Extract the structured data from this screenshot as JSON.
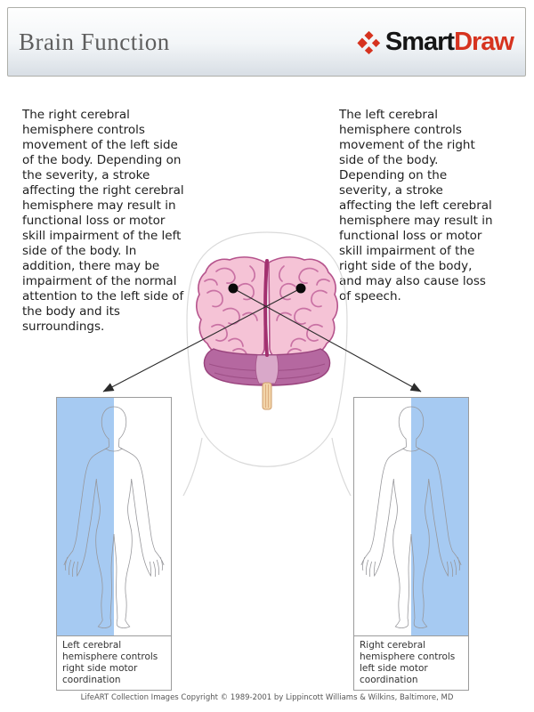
{
  "header": {
    "title": "Brain Function",
    "logo": {
      "icon": "smartdraw-diamond-icon",
      "smart": "Smart",
      "draw": "Draw",
      "brand_red": "#d6331f",
      "brand_black": "#161616"
    }
  },
  "paragraphs": {
    "left": "The right cerebral\nhemisphere controls\nmovement of the left side\nof the body. Depending on\nthe severity, a stroke\naffecting the right cerebral\nhemisphere may result in\nfunctional loss or motor\nskill impairment of the left\nside of the body. In\naddition, there may be\nimpairment of the normal\nattention to the left side of\nthe body and its\nsurroundings.",
    "right": "The left cerebral\nhemisphere controls\nmovement of the right\nside of the body.\nDepending on the\nseverity, a stroke\naffecting the left cerebral\nhemisphere may result in\nfunctional loss or motor\nskill impairment of the\nright side of the body,\nand may also cause loss\nof speech."
  },
  "figures": {
    "left": {
      "caption": "Left cerebral\nhemisphere controls\nright side motor\ncoordination",
      "highlight_side": "left",
      "highlight_color": "#a6caf2"
    },
    "right": {
      "caption": "Right cerebral\nhemisphere controls\nleft side motor\ncoordination",
      "highlight_side": "right",
      "highlight_color": "#a6caf2"
    }
  },
  "illustration": {
    "brain_pink": "#f5c3d6",
    "brain_outline": "#b5538c",
    "fissure_color": "#a2306f",
    "cerebellum_mauve": "#b568a0",
    "vermis_pink": "#d9a8c9",
    "brainstem_tan": "#f2d4a9",
    "head_outline_gray": "#dadada",
    "marker_dots": 2
  },
  "footer": {
    "text": "LifeART Collection Images Copyright © 1989-2001 by Lippincott Williams & Wilkins, Baltimore, MD"
  }
}
